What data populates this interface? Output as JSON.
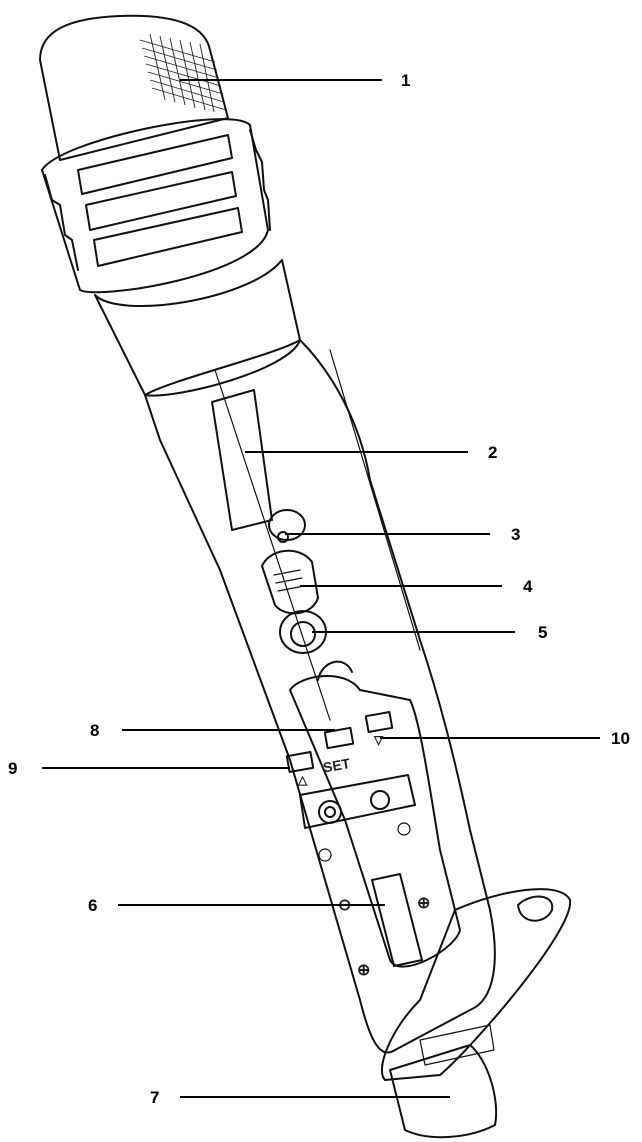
{
  "callouts": [
    {
      "id": "1",
      "label": "1"
    },
    {
      "id": "2",
      "label": "2"
    },
    {
      "id": "3",
      "label": "3"
    },
    {
      "id": "4",
      "label": "4"
    },
    {
      "id": "5",
      "label": "5"
    },
    {
      "id": "6",
      "label": "6"
    },
    {
      "id": "7",
      "label": "7"
    },
    {
      "id": "8",
      "label": "8"
    },
    {
      "id": "9",
      "label": "9"
    },
    {
      "id": "10",
      "label": "10"
    }
  ],
  "device_text": {
    "set_label": "SET",
    "up_symbol": "△",
    "down_symbol": "▽",
    "minus_symbol": "⊖",
    "plus_symbol": "⊕"
  }
}
